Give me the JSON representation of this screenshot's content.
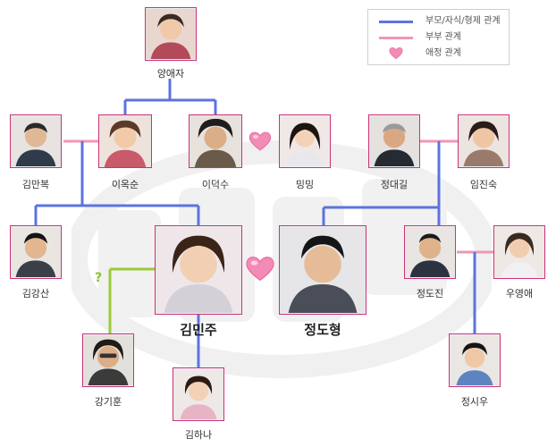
{
  "legend": {
    "parent_child_sibling": "부모/자식/형제 관계",
    "spouse": "부부 관계",
    "affection": "애정 관계"
  },
  "colors": {
    "parent_child_line": "#5b74e0",
    "spouse_line": "#f097b3",
    "green_line": "#9ccb3b",
    "heart": "#f28bb6",
    "photo_border": "#c9327a"
  },
  "people": {
    "yang_aeja": "양애자",
    "kim_manbok": "김만복",
    "lee_oksun": "이옥순",
    "lee_deoksu": "이덕수",
    "mingming": "밍밍",
    "jeong_daegil": "정대길",
    "im_jinsuk": "임진숙",
    "kim_gangsan": "김강산",
    "kim_minju": "김민주",
    "jeong_dohyeong": "정도형",
    "jeong_dojin": "정도진",
    "u_yeongae": "우영애",
    "gang_gihun": "강기훈",
    "kim_hana": "김하나",
    "jeong_siu": "정시우"
  },
  "unknown_mark": "?"
}
